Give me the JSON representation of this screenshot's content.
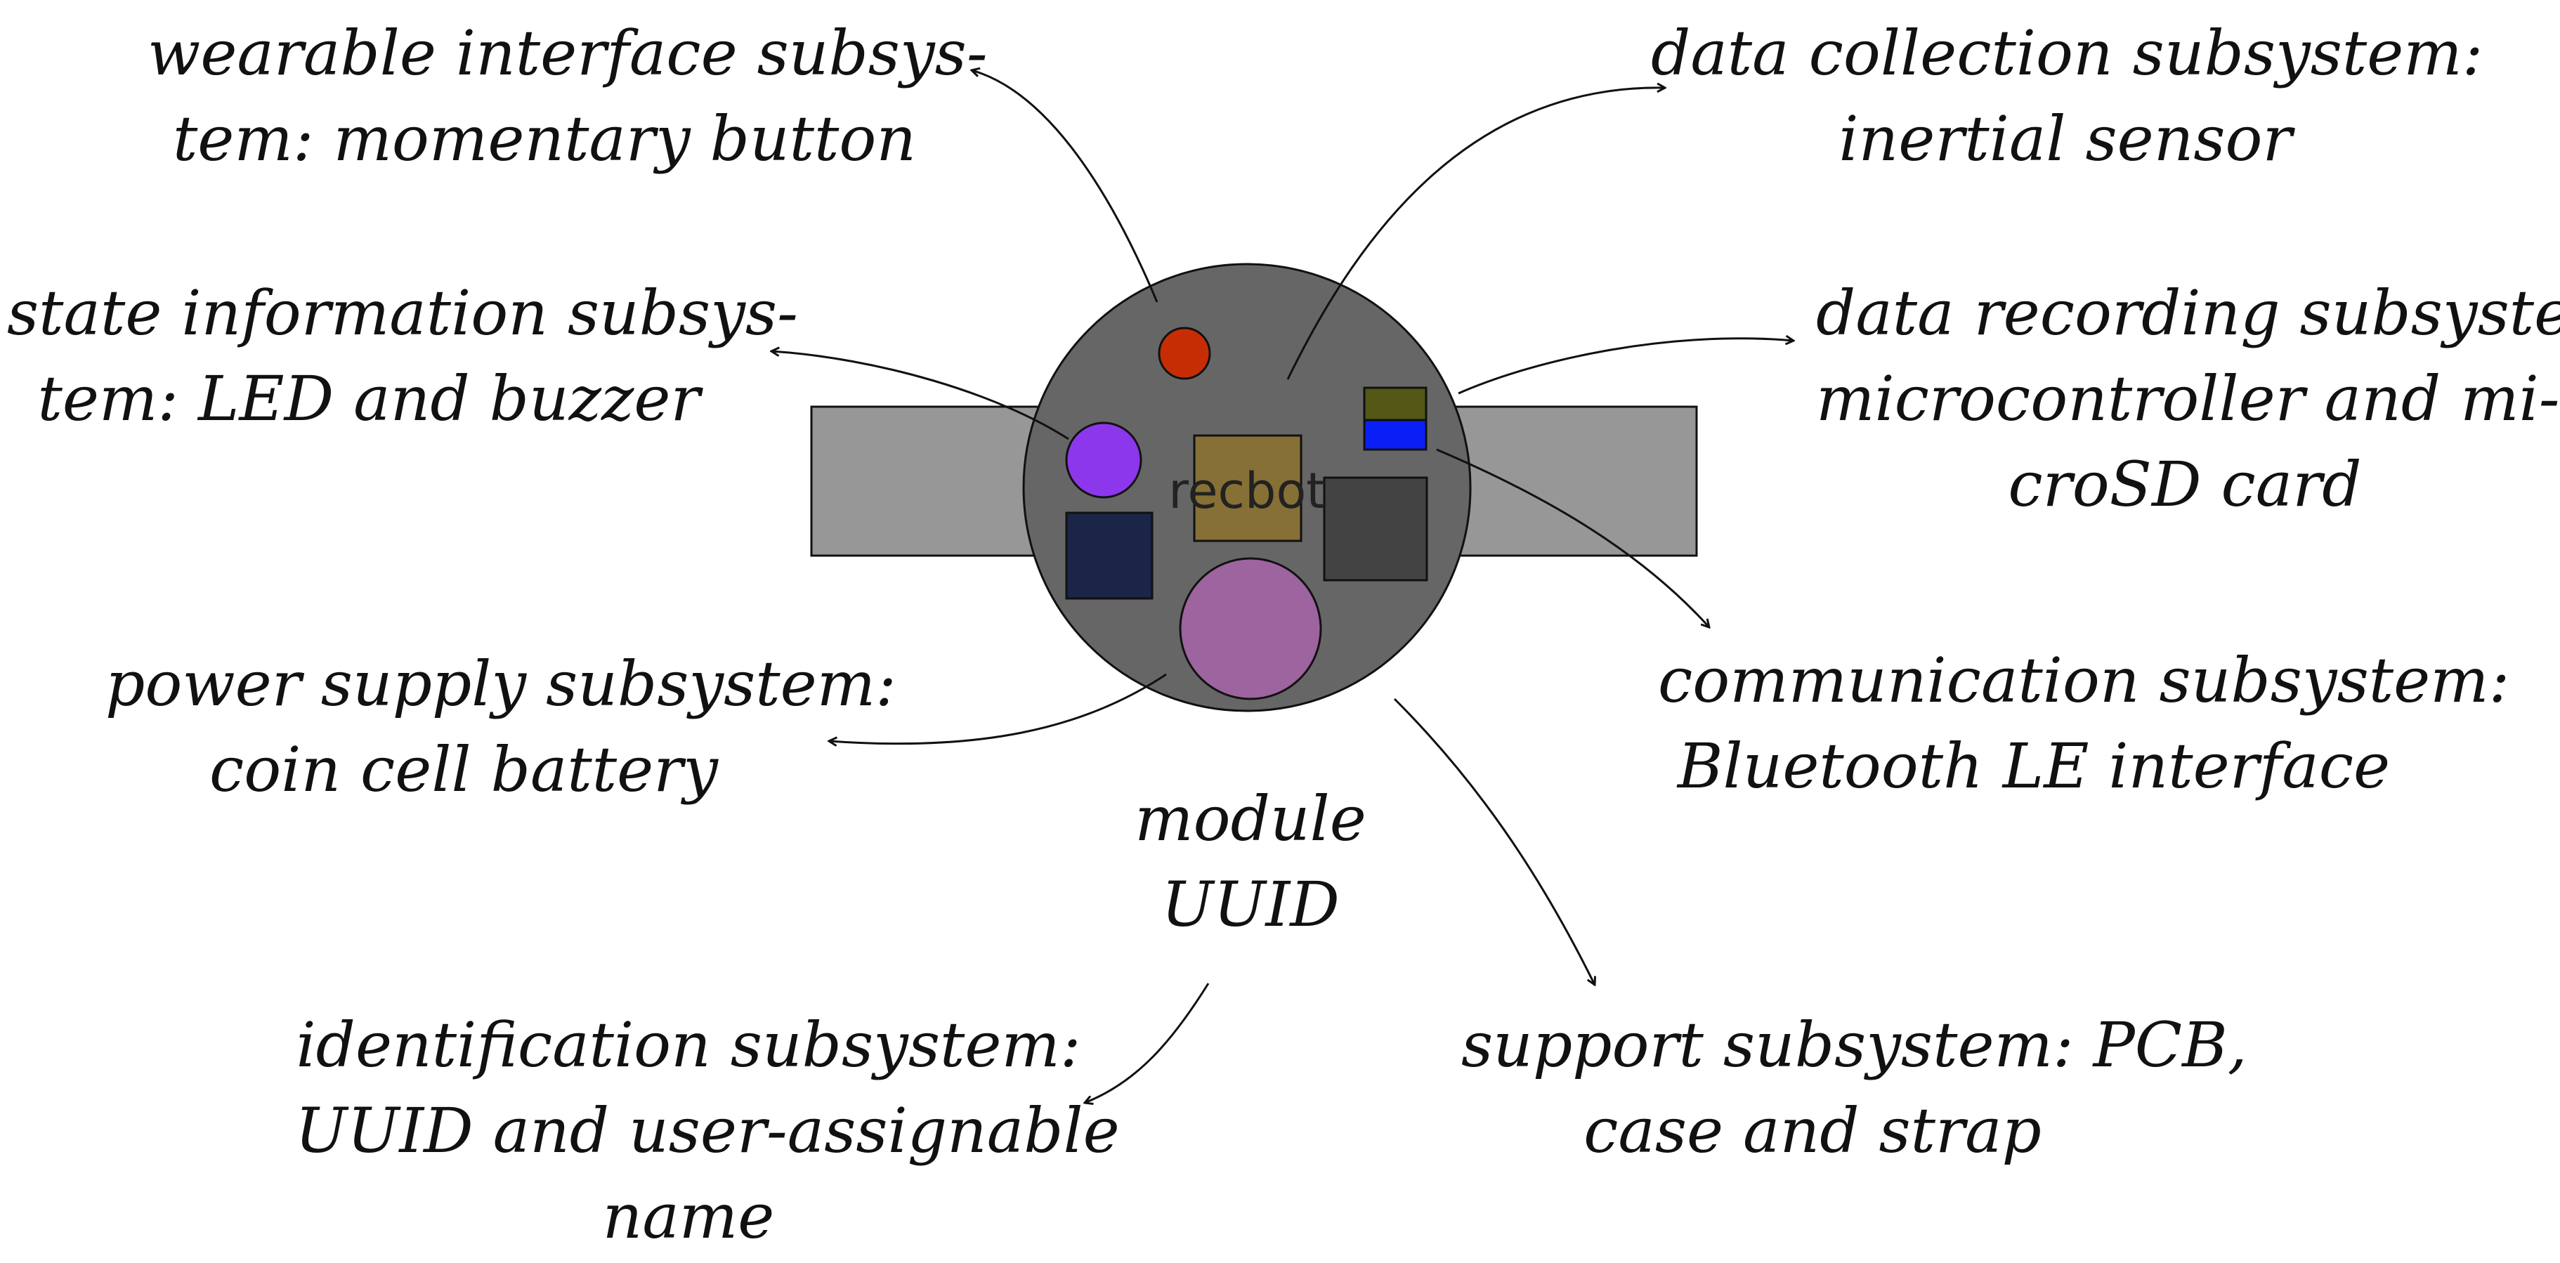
{
  "device": {
    "name": "recbot",
    "colors": {
      "strap": "#979797",
      "case": "#666666",
      "button": "#c72d05",
      "led": "#8d37ed",
      "battery_holder": "#1a2547",
      "microcontroller": "#867036",
      "sensor": "#434343",
      "sd_card": "#545715",
      "bluetooth": "#0a1ff5",
      "coin_cell": "#9e649f",
      "outline": "#111111"
    }
  },
  "labels": {
    "wearable": [
      "wearable interface subsys-",
      "tem:  momentary button"
    ],
    "data_collection": [
      "data collection subsystem:",
      "inertial sensor"
    ],
    "state_info": [
      "state information subsys-",
      "tem: LED and buzzer"
    ],
    "data_recording": [
      "data recording subsystem:",
      "microcontroller and mi-",
      "croSD card"
    ],
    "power": [
      "power supply subsystem:",
      "coin cell battery"
    ],
    "communication": [
      "communication subsystem:",
      "Bluetooth LE interface"
    ],
    "module_uuid": [
      "module",
      "UUID"
    ],
    "identification": [
      "identification subsystem:",
      "UUID and user-assignable",
      "name"
    ],
    "support": [
      "support subsystem: PCB,",
      "case and strap"
    ]
  }
}
